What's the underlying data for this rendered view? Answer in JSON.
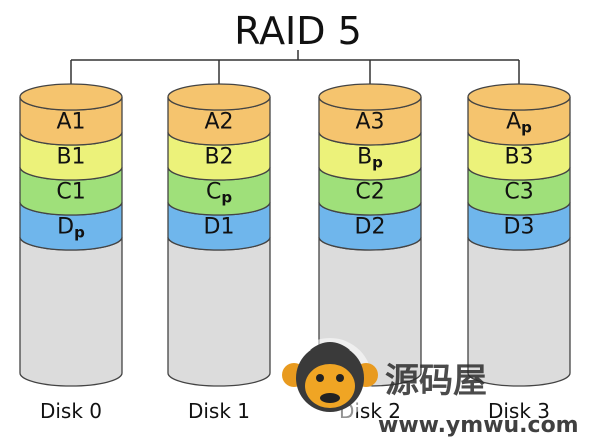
{
  "title": "RAID 5",
  "colors": {
    "A": "#f5c46e",
    "B": "#ecf27a",
    "C": "#9fe07a",
    "D": "#6fb6ec",
    "empty": "#dcdcdc",
    "outline": "#444444"
  },
  "disks": [
    {
      "label": "Disk 0",
      "blocks": [
        {
          "row": "A",
          "base": "A",
          "sub": "1"
        },
        {
          "row": "B",
          "base": "B",
          "sub": "1"
        },
        {
          "row": "C",
          "base": "C",
          "sub": "1"
        },
        {
          "row": "D",
          "base": "D",
          "sub": "p"
        }
      ]
    },
    {
      "label": "Disk 1",
      "blocks": [
        {
          "row": "A",
          "base": "A",
          "sub": "2"
        },
        {
          "row": "B",
          "base": "B",
          "sub": "2"
        },
        {
          "row": "C",
          "base": "C",
          "sub": "p"
        },
        {
          "row": "D",
          "base": "D",
          "sub": "1"
        }
      ]
    },
    {
      "label": "Disk 2",
      "blocks": [
        {
          "row": "A",
          "base": "A",
          "sub": "3"
        },
        {
          "row": "B",
          "base": "B",
          "sub": "p"
        },
        {
          "row": "C",
          "base": "C",
          "sub": "2"
        },
        {
          "row": "D",
          "base": "D",
          "sub": "2"
        }
      ]
    },
    {
      "label": "Disk 3",
      "blocks": [
        {
          "row": "A",
          "base": "A",
          "sub": "p"
        },
        {
          "row": "B",
          "base": "B",
          "sub": "3"
        },
        {
          "row": "C",
          "base": "C",
          "sub": "3"
        },
        {
          "row": "D",
          "base": "D",
          "sub": "3"
        }
      ]
    }
  ],
  "watermark": {
    "chinese": "源码屋",
    "url": "www.ymwu.com",
    "icon": "monkey-logo-icon"
  }
}
